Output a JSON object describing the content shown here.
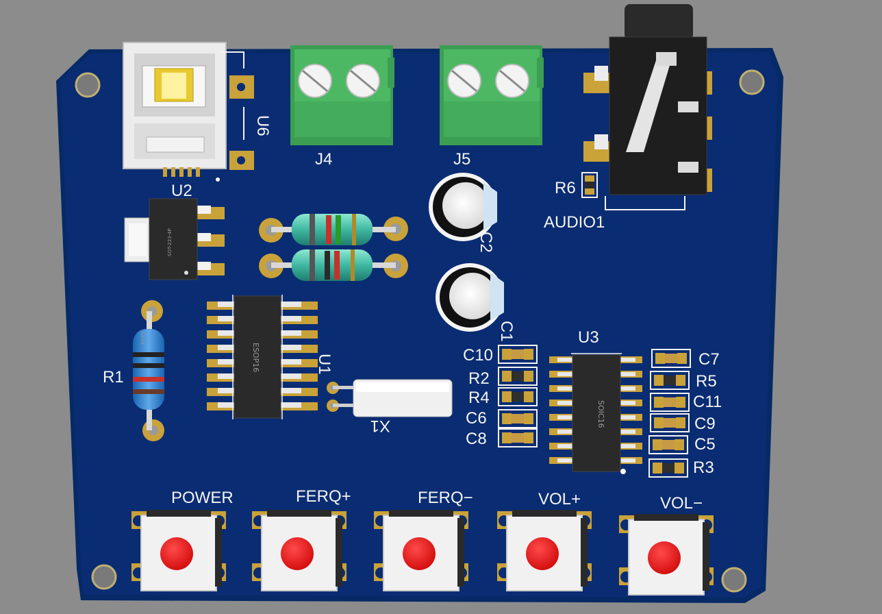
{
  "colors": {
    "background": "#8c8c8c",
    "pcb": "#0a2c72",
    "silkscreen": "#f4f4f4",
    "pad": "#c9a23a",
    "terminal": "#4cb863",
    "button_cap": "#e81515"
  },
  "labels": {
    "u6": "U6",
    "u2": "U2",
    "j4": "J4",
    "j5": "J5",
    "r6": "R6",
    "audio1": "AUDIO1",
    "c2": "C2",
    "c1": "C1",
    "r1": "R1",
    "u1": "U1",
    "x1": "X1",
    "u3": "U3",
    "c10": "C10",
    "r2": "R2",
    "r4": "R4",
    "c6": "C6",
    "c8": "C8",
    "c7": "C7",
    "r5": "R5",
    "c11": "C11",
    "c9": "C9",
    "c5": "C5",
    "r3": "R3"
  },
  "chips": {
    "esop": "ESOP16",
    "soic": "SOIC16",
    "sot": "SOT-223-4P",
    "resistor_code": "CEDx"
  },
  "buttons": {
    "power": "POWER",
    "ferq_plus": "FERQ+",
    "ferq_minus": "FERQ−",
    "vol_plus": "VOL+",
    "vol_minus": "VOL−"
  }
}
